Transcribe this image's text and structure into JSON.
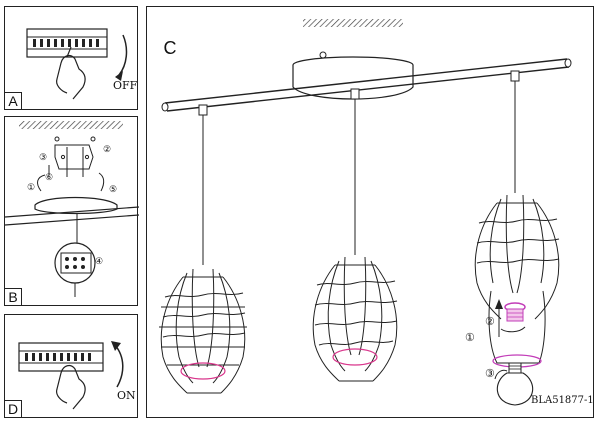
{
  "panels": {
    "a": {
      "label": "A",
      "switch_text": "OFF"
    },
    "b": {
      "label": "B",
      "step_markers": [
        "①",
        "②",
        "③",
        "④",
        "⑤",
        "⑥"
      ]
    },
    "c": {
      "label": "C",
      "bulb_steps": [
        "①",
        "②",
        "③"
      ],
      "model_code": "BLA51877-1"
    },
    "d": {
      "label": "D",
      "switch_text": "ON"
    }
  },
  "colors": {
    "line": "#222222",
    "accent_pink": "#d9368c",
    "accent_magenta": "#c23cb8",
    "hatch": "#444444"
  }
}
